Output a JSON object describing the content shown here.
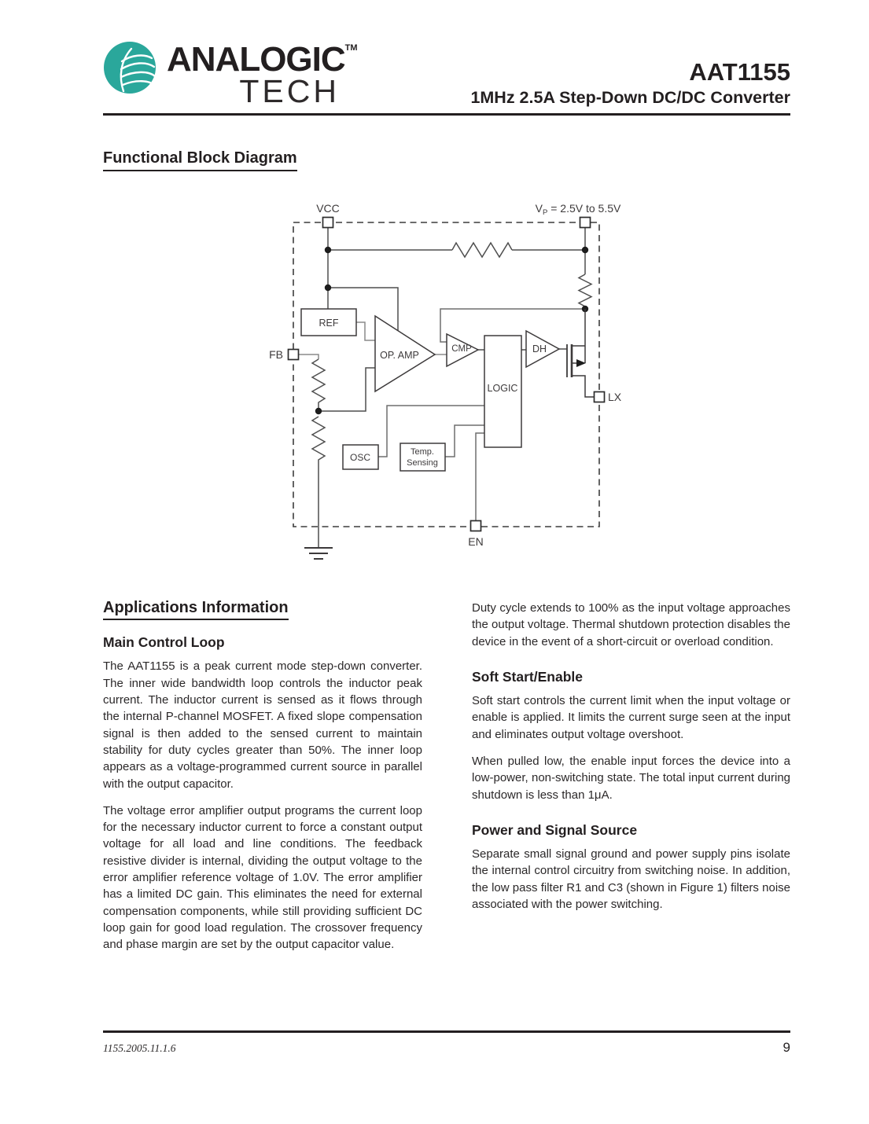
{
  "header": {
    "logo": {
      "word1": "ANALOGIC",
      "tm": "TM",
      "word2": "TECH",
      "circle_color": "#2aa79b"
    },
    "part": "AAT1155",
    "subtitle": "1MHz 2.5A Step-Down DC/DC Converter"
  },
  "block_diagram": {
    "heading": "Functional Block Diagram",
    "pins": {
      "vcc": "VCC",
      "vp_main": "V",
      "vp_sub": "P",
      "vp_value": " = 2.5V to 5.5V",
      "fb": "FB",
      "lx": "LX",
      "en": "EN"
    },
    "blocks": {
      "ref": "REF",
      "op_amp": "OP. AMP",
      "cmp": "CMP",
      "logic": "LOGIC",
      "dh": "DH",
      "osc": "OSC",
      "temp_line1": "Temp.",
      "temp_line2": "Sensing"
    }
  },
  "applications": {
    "heading": "Applications Information",
    "left": {
      "section1_heading": "Main Control Loop",
      "p1": "The AAT1155 is a peak current mode step-down converter. The inner wide bandwidth loop controls the inductor peak current. The inductor current is sensed as it flows through the internal P-channel MOSFET. A fixed slope compensation signal is then added to the sensed current to maintain stability for duty cycles greater than 50%. The inner loop appears as a voltage-programmed current source in parallel with the output capacitor.",
      "p2": "The voltage error amplifier output programs the current loop for the necessary inductor current to force a constant output voltage for all load and line conditions. The feedback resistive divider is internal, dividing the output voltage to the error amplifier reference voltage of 1.0V. The error amplifier has a limited DC gain. This eliminates the need for external compensation components, while still providing sufficient DC loop gain for good load regulation. The crossover frequency and phase margin are set by the output capacitor value."
    },
    "right": {
      "p0": "Duty cycle extends to 100% as the input voltage approaches the output voltage. Thermal shutdown protection disables the device in the event of a short-circuit or overload condition.",
      "section2_heading": "Soft Start/Enable",
      "p1": "Soft start controls the current limit when the input voltage or enable is applied. It limits the current surge seen at the input and eliminates output voltage overshoot.",
      "p2": "When pulled low, the enable input forces the device into a low-power, non-switching state. The total input current during shutdown is less than 1μA.",
      "section3_heading": "Power and Signal Source",
      "p3": "Separate small signal ground and power supply pins isolate the internal control circuitry from switching noise. In addition, the low pass filter R1 and C3 (shown in Figure 1) filters noise associated with the power switching."
    }
  },
  "footer": {
    "doc_id": "1155.2005.11.1.6",
    "page_number": "9"
  }
}
